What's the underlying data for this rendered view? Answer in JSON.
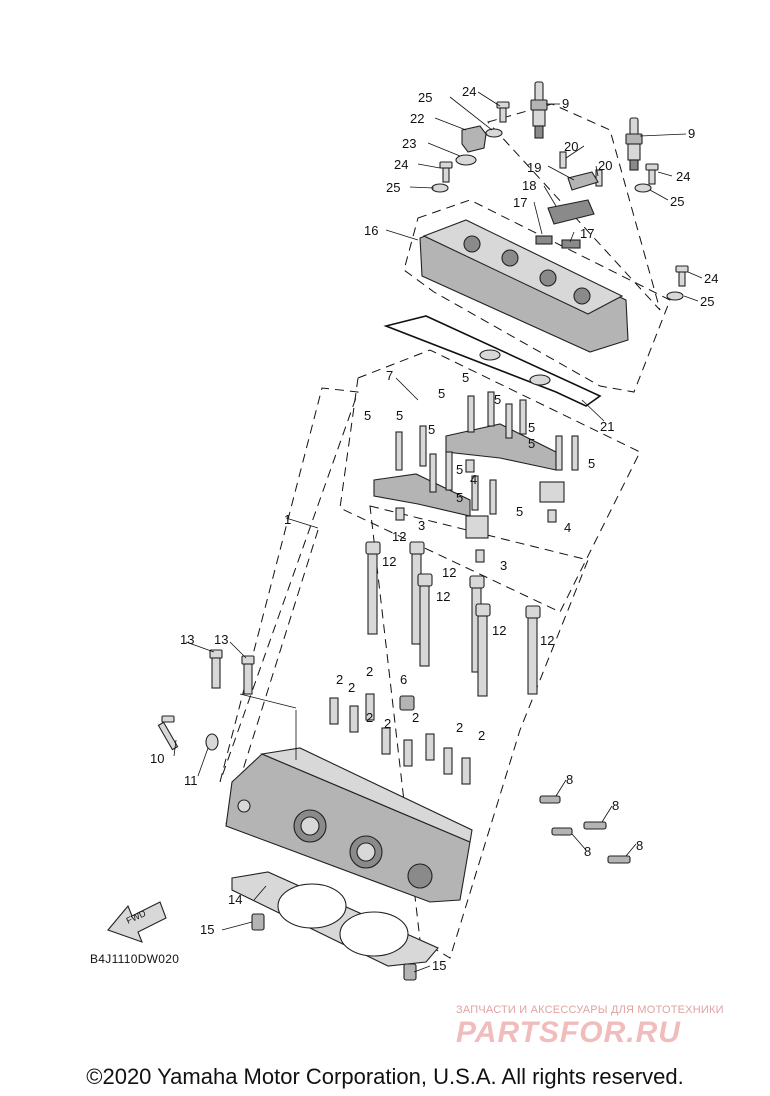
{
  "diagram_code": "B4J1110DW020",
  "watermark": {
    "tagline": "ЗАПЧАСТИ И АКСЕССУАРЫ ДЛЯ МОТОТЕХНИКИ",
    "logo": "PARTSFOR.RU"
  },
  "copyright": "©2020 Yamaha Motor Corporation, U.S.A. All rights reserved.",
  "fwd_label": "FWD",
  "callouts": {
    "c1": "1",
    "c2a": "2",
    "c2b": "2",
    "c2c": "2",
    "c2d": "2",
    "c2e": "2",
    "c2f": "2",
    "c2g": "2",
    "c2h": "2",
    "c3a": "3",
    "c3b": "3",
    "c4a": "4",
    "c4b": "4",
    "c5a": "5",
    "c5b": "5",
    "c5c": "5",
    "c5d": "5",
    "c5e": "5",
    "c5f": "5",
    "c5g": "5",
    "c5h": "5",
    "c5i": "5",
    "c5j": "5",
    "c5k": "5",
    "c5l": "5",
    "c6": "6",
    "c7": "7",
    "c8a": "8",
    "c8b": "8",
    "c8c": "8",
    "c8d": "8",
    "c9a": "9",
    "c9b": "9",
    "c10": "10",
    "c11": "11",
    "c12a": "12",
    "c12b": "12",
    "c12c": "12",
    "c12d": "12",
    "c12e": "12",
    "c12f": "12",
    "c13a": "13",
    "c13b": "13",
    "c14": "14",
    "c15a": "15",
    "c15b": "15",
    "c16": "16",
    "c17a": "17",
    "c17b": "17",
    "c18": "18",
    "c19": "19",
    "c20a": "20",
    "c20b": "20",
    "c21": "21",
    "c22": "22",
    "c23": "23",
    "c24a": "24",
    "c24b": "24",
    "c24c": "24",
    "c24d": "24",
    "c25a": "25",
    "c25b": "25",
    "c25c": "25",
    "c25d": "25"
  }
}
